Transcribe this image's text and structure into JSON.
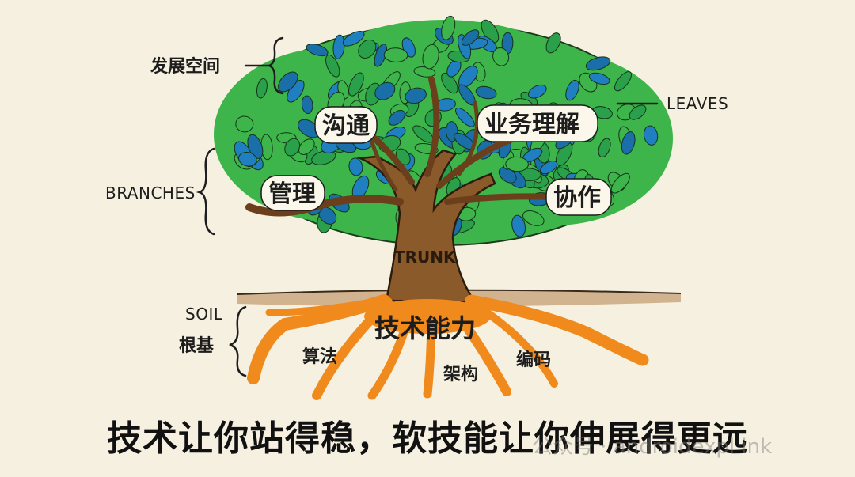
{
  "labels": {
    "growth_space": "发展空间",
    "leaves": "LEAVES",
    "branches": "BRANCHES",
    "trunk": "TRUNK",
    "soil": "SOIL",
    "foundation": "根基"
  },
  "bubbles": {
    "communication": "沟通",
    "business_understanding": "业务理解",
    "management": "管理",
    "collaboration": "协作"
  },
  "roots": {
    "core": "技术能力",
    "algorithm": "算法",
    "architecture": "架构",
    "coding": "编码"
  },
  "caption": "技术让你站得稳，软技能让你伸展得更远",
  "watermark": "公众号 · androidexpl ink",
  "colors": {
    "background": "#f6f0e0",
    "leaf_green": "#3db54a",
    "leaf_blue": "#1f7fc0",
    "trunk": "#8a5a2b",
    "roots": "#f08a1c",
    "soil": "#c9a47a"
  }
}
